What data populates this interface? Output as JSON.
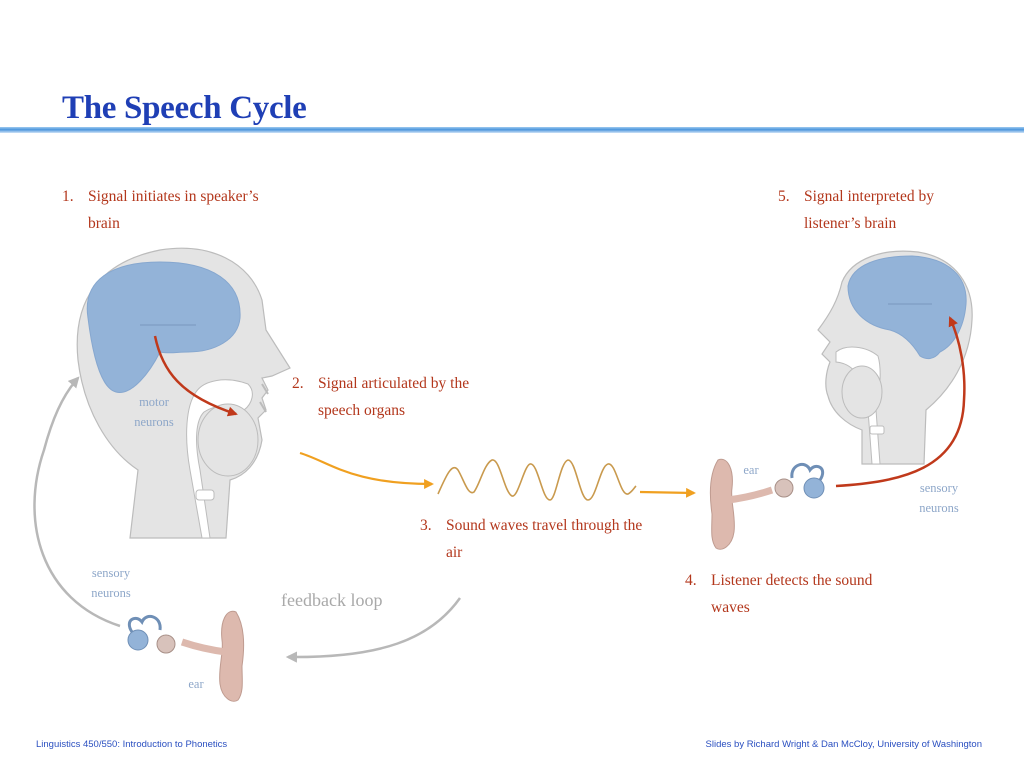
{
  "title": "The Speech Cycle",
  "steps": [
    {
      "num": "1.",
      "text": "Signal initiates in speaker’s brain"
    },
    {
      "num": "2.",
      "text": "Signal articulated by the speech organs"
    },
    {
      "num": "3.",
      "text": "Sound waves travel through the air"
    },
    {
      "num": "4.",
      "text": "Listener detects the sound waves"
    },
    {
      "num": "5.",
      "text": "Signal interpreted by listener’s brain"
    }
  ],
  "labels": {
    "motor": "motor",
    "neurons": "neurons",
    "sensory": "sensory",
    "ear": "ear",
    "feedback_loop": "feedback loop"
  },
  "footer": {
    "left": "Linguistics 450/550: Introduction to Phonetics",
    "right": "Slides by Richard Wright & Dan McCloy, University of Washington"
  },
  "colors": {
    "title": "#1f3fb5",
    "step_text": "#b3371c",
    "neural_arrow": "#c0391b",
    "sound_arrow": "#f0a020",
    "sound_wave": "#c99a4e",
    "feedback_arrow": "#b8b8b8",
    "brain": "#93b3d8",
    "head": "#e4e4e4",
    "ear": "#ddb9ae"
  }
}
